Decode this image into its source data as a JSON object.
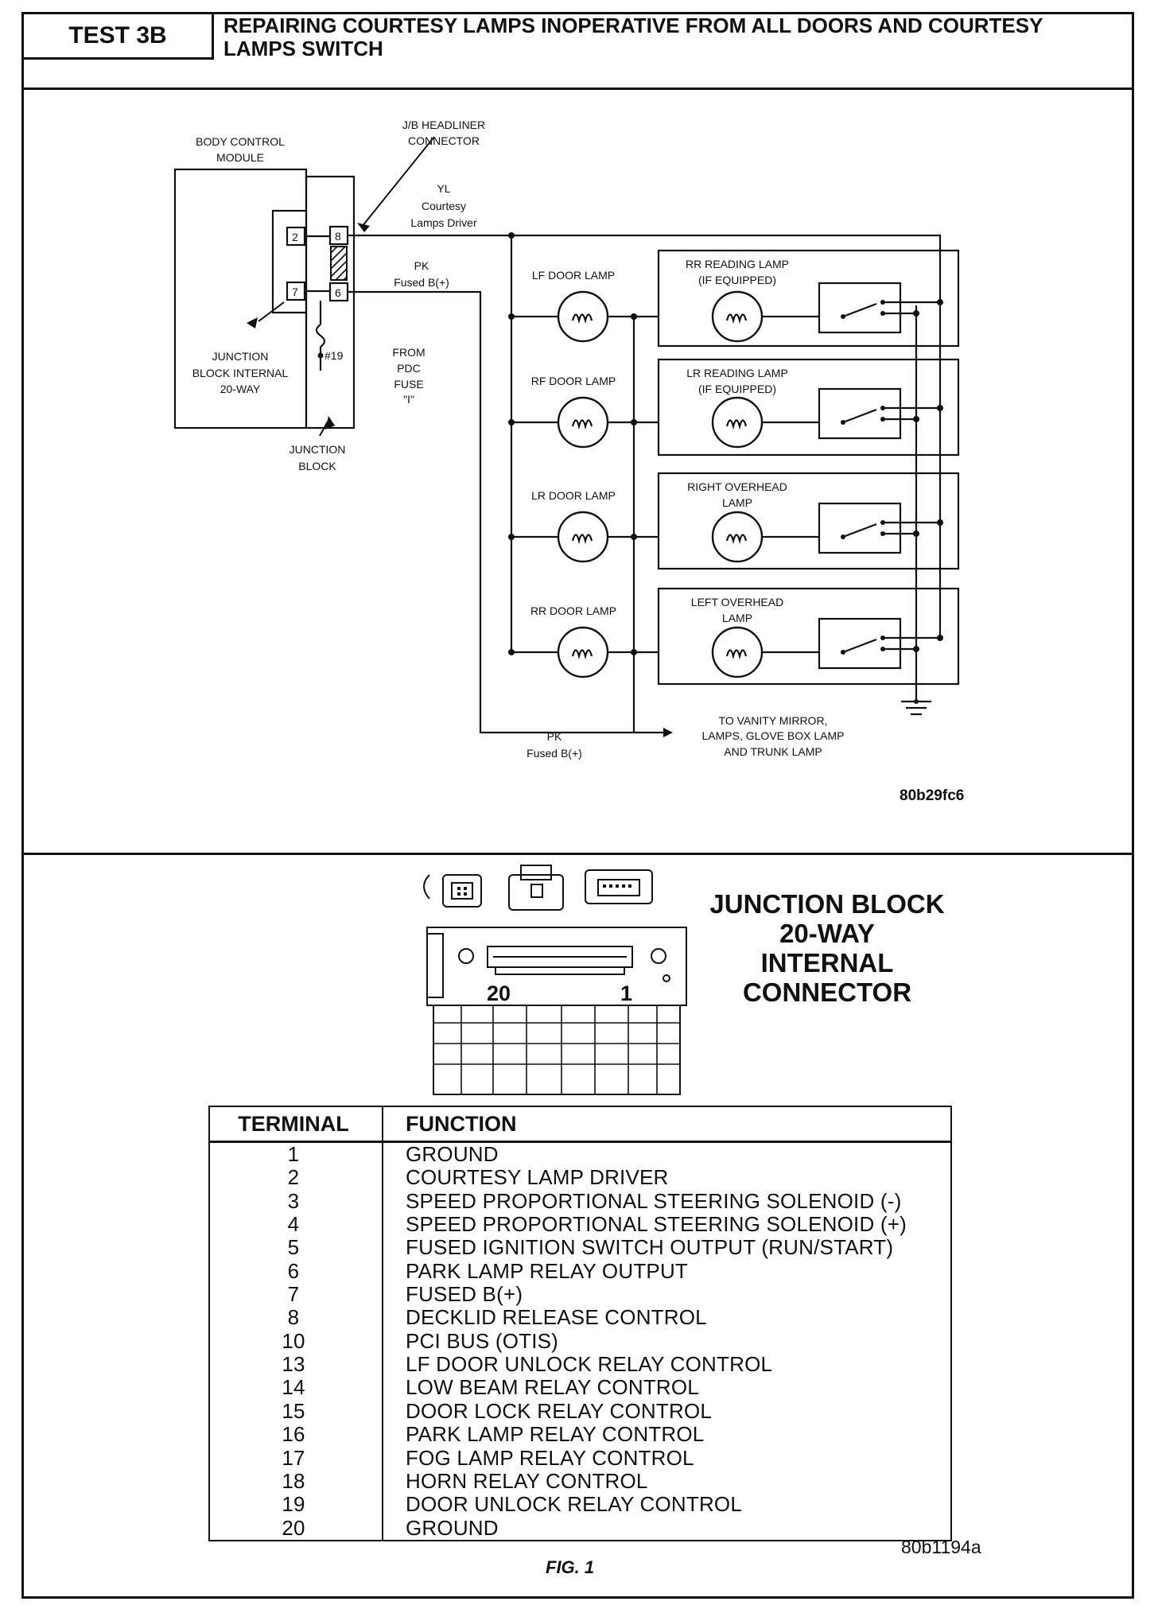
{
  "header": {
    "test_label": "TEST 3B",
    "title": "REPAIRING COURTESY LAMPS INOPERATIVE FROM ALL DOORS AND COURTESY LAMPS SWITCH"
  },
  "schematic": {
    "body_control_module": [
      "BODY CONTROL",
      "MODULE"
    ],
    "jb_headliner_connector": [
      "J/B HEADLINER",
      "CONNECTOR"
    ],
    "yl_driver": [
      "YL",
      "Courtesy",
      "Lamps Driver"
    ],
    "pk_fused_top": [
      "PK",
      "Fused B(+)"
    ],
    "pk_fused_bottom": [
      "PK",
      "Fused B(+)"
    ],
    "pins": {
      "bcm_2": "2",
      "bcm_7": "7",
      "jb_8": "8",
      "jb_6": "6"
    },
    "fuse_number": "#19",
    "from_pdc_fuse": [
      "FROM",
      "PDC",
      "FUSE",
      "\"I\""
    ],
    "junction_internal": [
      "JUNCTION",
      "BLOCK INTERNAL",
      "20-WAY"
    ],
    "junction_block": [
      "JUNCTION",
      "BLOCK"
    ],
    "door_lamps": [
      "LF DOOR LAMP",
      "RF DOOR LAMP",
      "LR DOOR LAMP",
      "RR  DOOR LAMP"
    ],
    "switch_lamps": [
      [
        "RR READING LAMP",
        "(IF EQUIPPED)"
      ],
      [
        "LR READING LAMP",
        "(IF EQUIPPED)"
      ],
      [
        "RIGHT OVERHEAD",
        "LAMP"
      ],
      [
        "LEFT OVERHEAD",
        "LAMP"
      ]
    ],
    "to_vanity": [
      "TO VANITY MIRROR,",
      "LAMPS, GLOVE BOX LAMP",
      "AND TRUNK LAMP"
    ],
    "figure_code": "80b29fc6"
  },
  "connector": {
    "title": [
      "JUNCTION BLOCK",
      "20-WAY",
      "INTERNAL",
      "CONNECTOR"
    ],
    "pin_left": "20",
    "pin_right": "1"
  },
  "table": {
    "headers": {
      "terminal": "TERMINAL",
      "function": "FUNCTION"
    },
    "rows": [
      {
        "terminal": "1",
        "function": "GROUND"
      },
      {
        "terminal": "2",
        "function": "COURTESY LAMP DRIVER"
      },
      {
        "terminal": "3",
        "function": "SPEED PROPORTIONAL STEERING SOLENOID (-)"
      },
      {
        "terminal": "4",
        "function": "SPEED PROPORTIONAL STEERING SOLENOID (+)"
      },
      {
        "terminal": "5",
        "function": "FUSED IGNITION SWITCH OUTPUT (RUN/START)"
      },
      {
        "terminal": "6",
        "function": "PARK LAMP RELAY OUTPUT"
      },
      {
        "terminal": "7",
        "function": "FUSED B(+)"
      },
      {
        "terminal": "8",
        "function": "DECKLID RELEASE CONTROL"
      },
      {
        "terminal": "10",
        "function": "PCI BUS (OTIS)"
      },
      {
        "terminal": "13",
        "function": "LF DOOR UNLOCK RELAY CONTROL"
      },
      {
        "terminal": "14",
        "function": "LOW BEAM RELAY CONTROL"
      },
      {
        "terminal": "15",
        "function": "DOOR LOCK RELAY CONTROL"
      },
      {
        "terminal": "16",
        "function": "PARK LAMP RELAY CONTROL"
      },
      {
        "terminal": "17",
        "function": "FOG LAMP RELAY CONTROL"
      },
      {
        "terminal": "18",
        "function": "HORN RELAY CONTROL"
      },
      {
        "terminal": "19",
        "function": "DOOR UNLOCK RELAY CONTROL"
      },
      {
        "terminal": "20",
        "function": "GROUND"
      }
    ]
  },
  "footer": {
    "figure_code": "80b1194a",
    "figure_label": "FIG. 1"
  }
}
